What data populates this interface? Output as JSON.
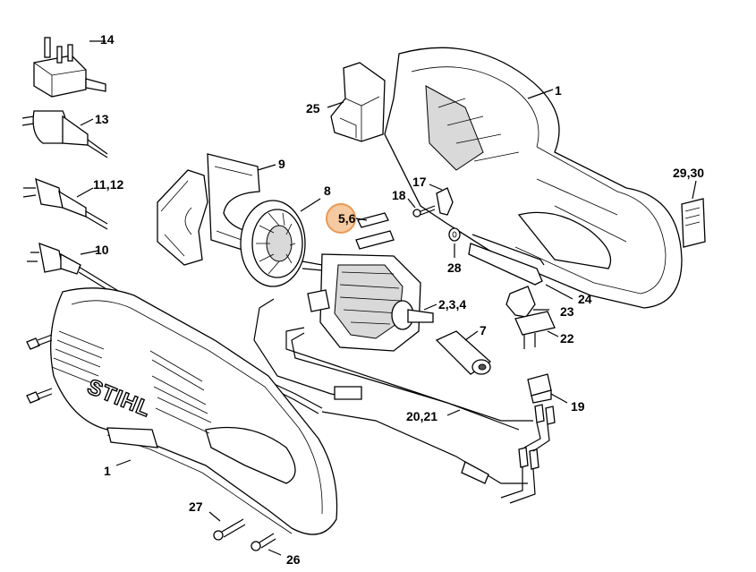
{
  "diagram": {
    "brand_text": "STIHL",
    "highlight_color": "#f6caa0",
    "labels": {
      "p14": "14",
      "p13": "13",
      "p11_12": "11,12",
      "p10": "10",
      "p9": "9",
      "p8": "8",
      "p25": "25",
      "p1_top": "1",
      "p29_30": "29,30",
      "p17": "17",
      "p18": "18",
      "p5_6": "5,6",
      "p28": "28",
      "p24": "24",
      "p23": "23",
      "p22": "22",
      "p2_3_4": "2,3,4",
      "p7": "7",
      "p19": "19",
      "p20_21": "20,21",
      "p1_bottom": "1",
      "p27": "27",
      "p26": "26"
    }
  }
}
